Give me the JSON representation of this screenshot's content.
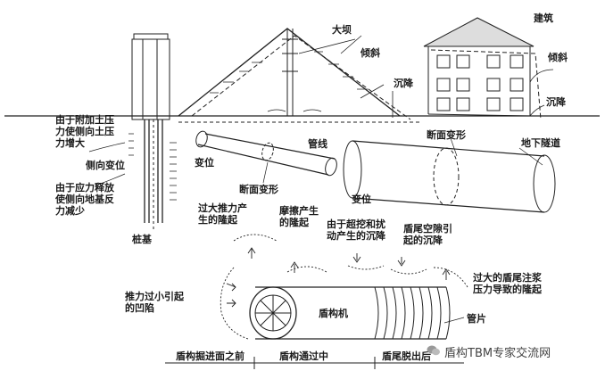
{
  "labels": {
    "dam": "大坝",
    "building": "建筑",
    "tilt_dam": "倾斜",
    "tilt_building": "倾斜",
    "settle_dam": "沉降",
    "settle_building": "沉降",
    "pile_increase": "由于附加土压\n力使侧向土压\n力增大",
    "pile_lateral": "侧向变位",
    "pile_decrease": "由于应力释放\n使侧向地基反\n力减少",
    "pile_foundation": "桩基",
    "pipe_displacement": "变位",
    "pipeline": "管线",
    "pipe_section_change": "断面变形",
    "tunnel_section_change": "断面变形",
    "underground_tunnel": "地下隧道",
    "tunnel_displacement": "变位",
    "heave_thrust": "过大推力产\n生的隆起",
    "heave_friction": "摩擦产生\n的隆起",
    "settle_overcut": "由于超挖和扰\n动产生的沉降",
    "settle_tail_void": "盾尾空隙引\n起的沉降",
    "heave_grouting": "过大的盾尾注浆\n压力导致的隆起",
    "sink_small_thrust": "推力过小引起\n的凹陷",
    "shield_machine": "盾构机",
    "segment": "管片",
    "stage_before": "盾构掘进面之前",
    "stage_passing": "盾构通过中",
    "stage_tail": "盾尾脱出后"
  },
  "watermark": "盾构TBM专家交流网",
  "icons": [
    "wechat-icon"
  ]
}
